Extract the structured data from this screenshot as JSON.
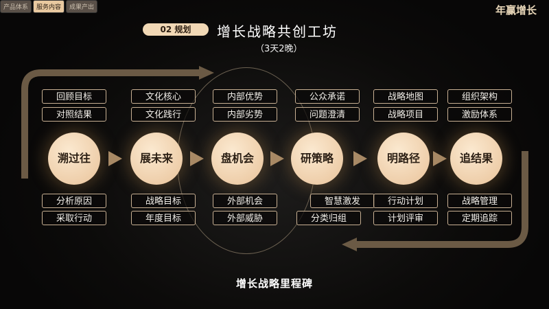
{
  "tabs": [
    "产品体系",
    "服务内容",
    "成果产出"
  ],
  "logo": "年赢增长",
  "badge": "02 规划",
  "title": "增长战略共创工坊",
  "subtitle": "（3天2晚）",
  "stages": [
    {
      "name": "溯过往",
      "top": [
        "回顾目标",
        "对照结果"
      ],
      "bottom": [
        "分析原因",
        "采取行动"
      ]
    },
    {
      "name": "展未来",
      "top": [
        "文化核心",
        "文化践行"
      ],
      "bottom": [
        "战略目标",
        "年度目标"
      ]
    },
    {
      "name": "盘机会",
      "top": [
        "内部优势",
        "内部劣势"
      ],
      "bottom": [
        "外部机会",
        "外部威胁"
      ]
    },
    {
      "name": "研策略",
      "top": [
        "公众承诺",
        "问题澄清"
      ],
      "bottom": [
        "智慧激发",
        "分类归组"
      ]
    },
    {
      "name": "明路径",
      "top": [
        "战略地图",
        "战略项目"
      ],
      "bottom": [
        "行动计划",
        "计划评审"
      ]
    },
    {
      "name": "追结果",
      "top": [
        "组织架构",
        "激励体系"
      ],
      "bottom": [
        "战略管理",
        "定期追踪"
      ]
    }
  ],
  "footer": "增长战略里程碑"
}
